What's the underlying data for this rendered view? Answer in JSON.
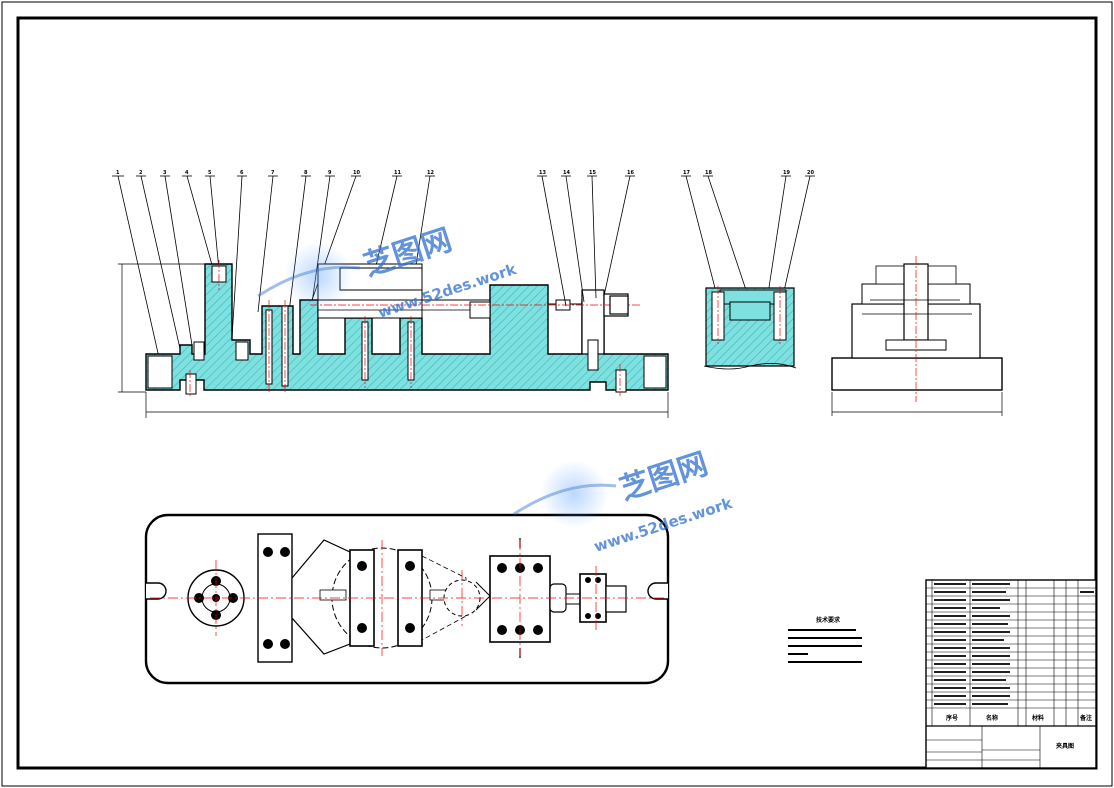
{
  "drawing": {
    "balloons_front": [
      "1",
      "2",
      "3",
      "4",
      "5",
      "6",
      "7",
      "8",
      "9",
      "10",
      "11",
      "12"
    ],
    "balloons_side": [
      "13",
      "14",
      "15",
      "16"
    ],
    "balloons_section": [
      "17",
      "18",
      "19",
      "20"
    ],
    "tech_req_title": "技术要求",
    "title_block": {
      "col_seq": "序号",
      "col_name": "名称",
      "col_material": "材料",
      "col_note": "备注",
      "drawing_name": "夹具图"
    }
  },
  "watermark": {
    "brand_cn": "芝图网",
    "url": "www.52des.work"
  },
  "colors": {
    "section_fill": "#7fe0e0",
    "hatch": "#3fb7b7",
    "outline": "#000000",
    "center_line": "#ff0000",
    "watermark": "#2f6fd0"
  }
}
